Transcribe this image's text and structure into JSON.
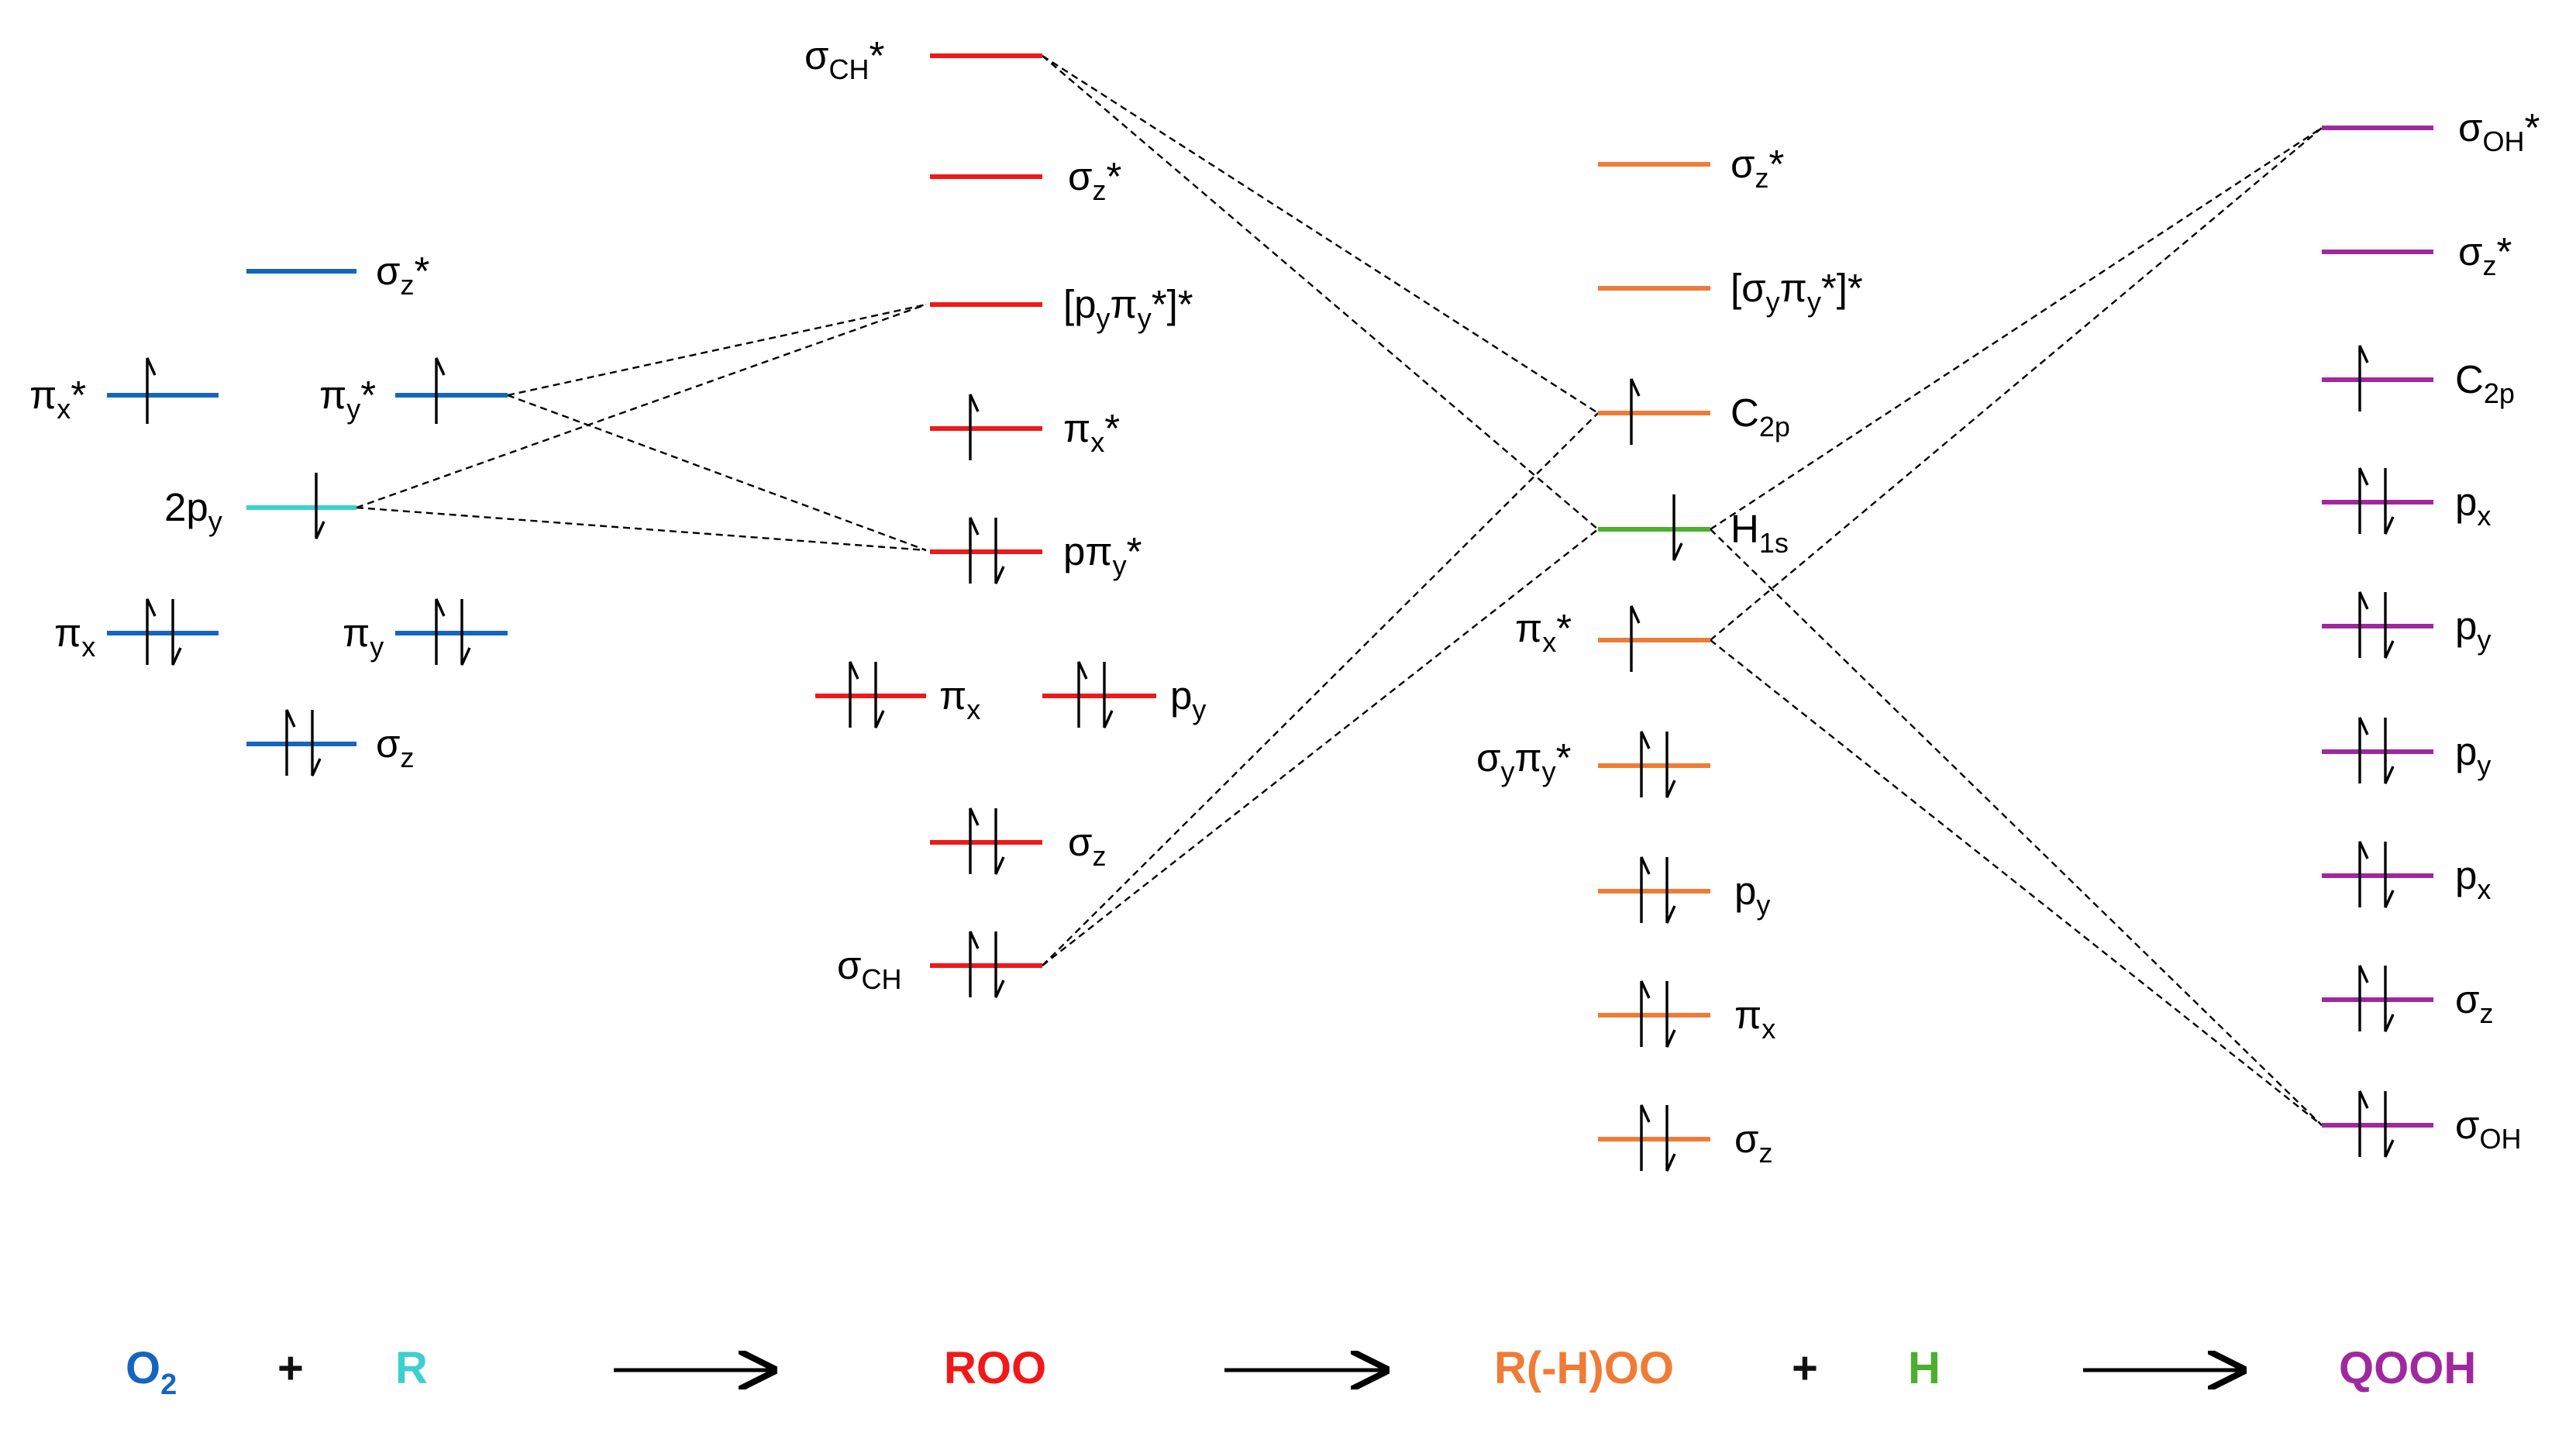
{
  "colors": {
    "o2": "#1565C0",
    "r": "#3CCFCF",
    "roo": "#F01818",
    "rhoo": "#F07B35",
    "h": "#4CAF30",
    "qooh": "#A0289E",
    "plus": "#111111"
  },
  "species": {
    "o2": "O",
    "o2_sub": "2",
    "r": "R",
    "roo": "ROO",
    "rhoo": "R(-H)OO",
    "h": "H",
    "qooh": "QOOH",
    "plus": "+"
  },
  "o2_levels": [
    {
      "b": "σ",
      "s": "z",
      "a": "*",
      "electrons": 0
    },
    {
      "b": "π",
      "s": "x",
      "a": "*",
      "electrons": 1
    },
    {
      "b": "π",
      "s": "y",
      "a": "*",
      "electrons": 1
    },
    {
      "b": "2p",
      "s": "y",
      "a": "",
      "electrons": 1
    },
    {
      "b": "π",
      "s": "x",
      "a": "",
      "electrons": 2
    },
    {
      "b": "π",
      "s": "y",
      "a": "",
      "electrons": 2
    },
    {
      "b": "σ",
      "s": "z",
      "a": "",
      "electrons": 2
    }
  ],
  "roo_levels": [
    {
      "b": "σ",
      "s": "CH",
      "a": "*",
      "electrons": 0
    },
    {
      "b": "σ",
      "s": "z",
      "a": "*",
      "electrons": 0
    },
    {
      "b": "[p",
      "s": "y",
      "b2": "π",
      "s2": "y",
      "a": "*]*",
      "electrons": 0
    },
    {
      "b": "π",
      "s": "x",
      "a": "*",
      "electrons": 1
    },
    {
      "b": "pπ",
      "s": "y",
      "a": "*",
      "electrons": 2
    },
    {
      "b": "π",
      "s": "x",
      "a": "",
      "electrons": 2
    },
    {
      "b": "p",
      "s": "y",
      "a": "",
      "electrons": 2
    },
    {
      "b": "σ",
      "s": "z",
      "a": "",
      "electrons": 2
    },
    {
      "b": "σ",
      "s": "CH",
      "a": "",
      "electrons": 2
    }
  ],
  "rhoo_levels": [
    {
      "b": "σ",
      "s": "z",
      "a": "*",
      "electrons": 0
    },
    {
      "b": "[σ",
      "s": "y",
      "b2": "π",
      "s2": "y",
      "a": "*]*",
      "electrons": 0
    },
    {
      "b": "C",
      "s": "2p",
      "a": "",
      "electrons": 1
    },
    {
      "b": "H",
      "s": "1s",
      "a": "",
      "electrons": 1
    },
    {
      "b": "π",
      "s": "x",
      "a": "*",
      "electrons": 1
    },
    {
      "b": "σ",
      "s": "y",
      "b2": "π",
      "s2": "y",
      "a": "*",
      "electrons": 2
    },
    {
      "b": "p",
      "s": "y",
      "a": "",
      "electrons": 2
    },
    {
      "b": "π",
      "s": "x",
      "a": "",
      "electrons": 2
    },
    {
      "b": "σ",
      "s": "z",
      "a": "",
      "electrons": 2
    }
  ],
  "qooh_levels": [
    {
      "b": "σ",
      "s": "OH",
      "a": "*",
      "electrons": 0
    },
    {
      "b": "σ",
      "s": "z",
      "a": "*",
      "electrons": 0
    },
    {
      "b": "C",
      "s": "2p",
      "a": "",
      "electrons": 1
    },
    {
      "b": "p",
      "s": "x",
      "a": "",
      "electrons": 2
    },
    {
      "b": "p",
      "s": "y",
      "a": "",
      "electrons": 2
    },
    {
      "b": "p",
      "s": "y",
      "a": "",
      "electrons": 2
    },
    {
      "b": "p",
      "s": "x",
      "a": "",
      "electrons": 2
    },
    {
      "b": "σ",
      "s": "z",
      "a": "",
      "electrons": 2
    },
    {
      "b": "σ",
      "s": "OH",
      "a": "",
      "electrons": 2
    }
  ]
}
